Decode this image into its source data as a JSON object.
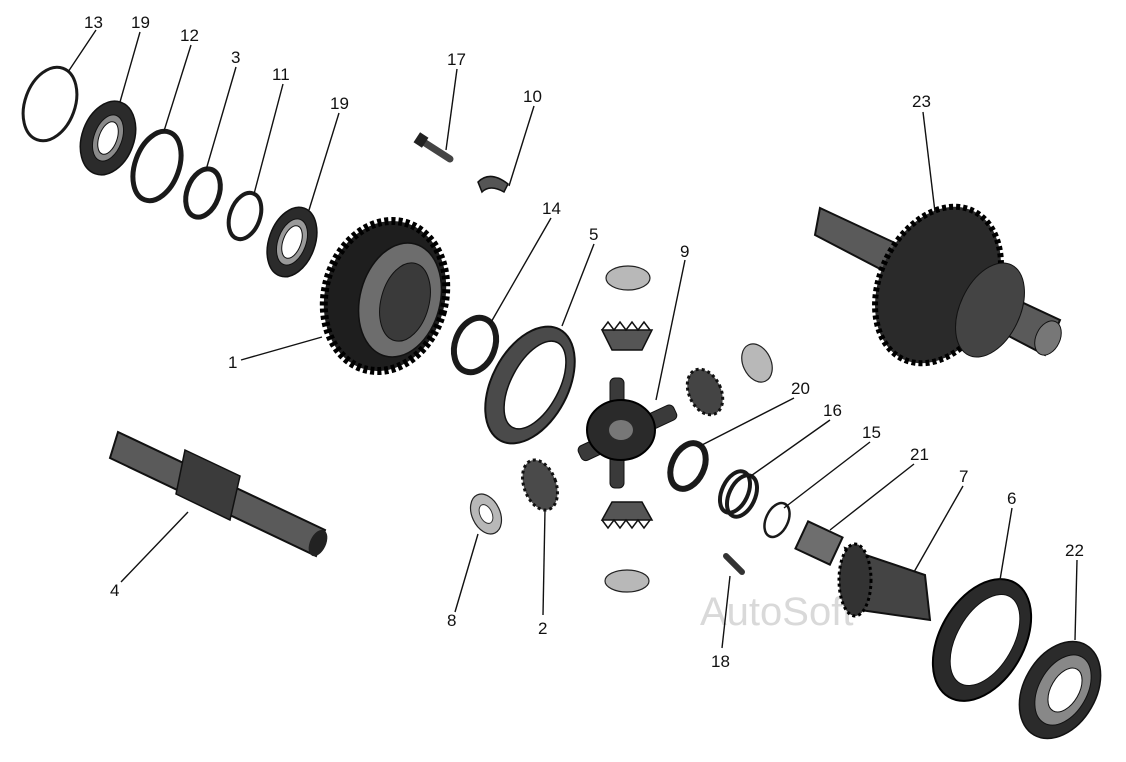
{
  "callouts": {
    "c1": "1",
    "c2": "2",
    "c3": "3",
    "c4": "4",
    "c5": "5",
    "c6": "6",
    "c7": "7",
    "c8": "8",
    "c9": "9",
    "c10": "10",
    "c11": "11",
    "c12": "12",
    "c13": "13",
    "c14": "14",
    "c15": "15",
    "c16": "16",
    "c17": "17",
    "c18": "18",
    "c19a": "19",
    "c19b": "19",
    "c20": "20",
    "c21": "21",
    "c22": "22",
    "c23": "23"
  },
  "watermark": "AutoSoft"
}
